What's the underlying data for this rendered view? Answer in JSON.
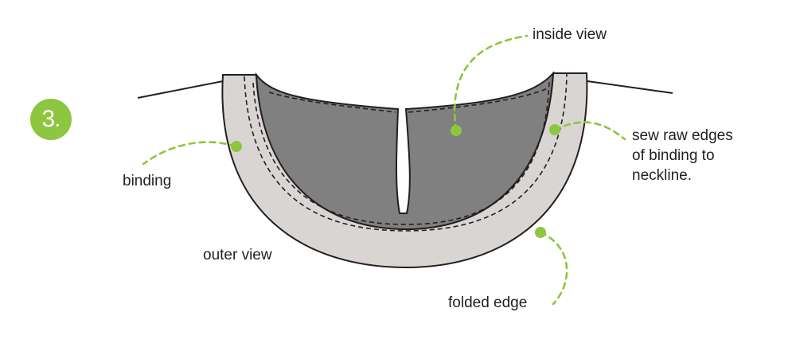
{
  "step": {
    "number": "3.",
    "color": "#8dc63f"
  },
  "labels": {
    "inside_view": "inside view",
    "binding": "binding",
    "outer_view": "outer view",
    "folded_edge": "folded edge",
    "sew_note": [
      "sew raw edges",
      "of binding to",
      "neckline."
    ]
  },
  "colors": {
    "accent": "#8dc63f",
    "binding_fill": "#d8d5d3",
    "inside_fill": "#808080",
    "outline": "#231f20"
  }
}
